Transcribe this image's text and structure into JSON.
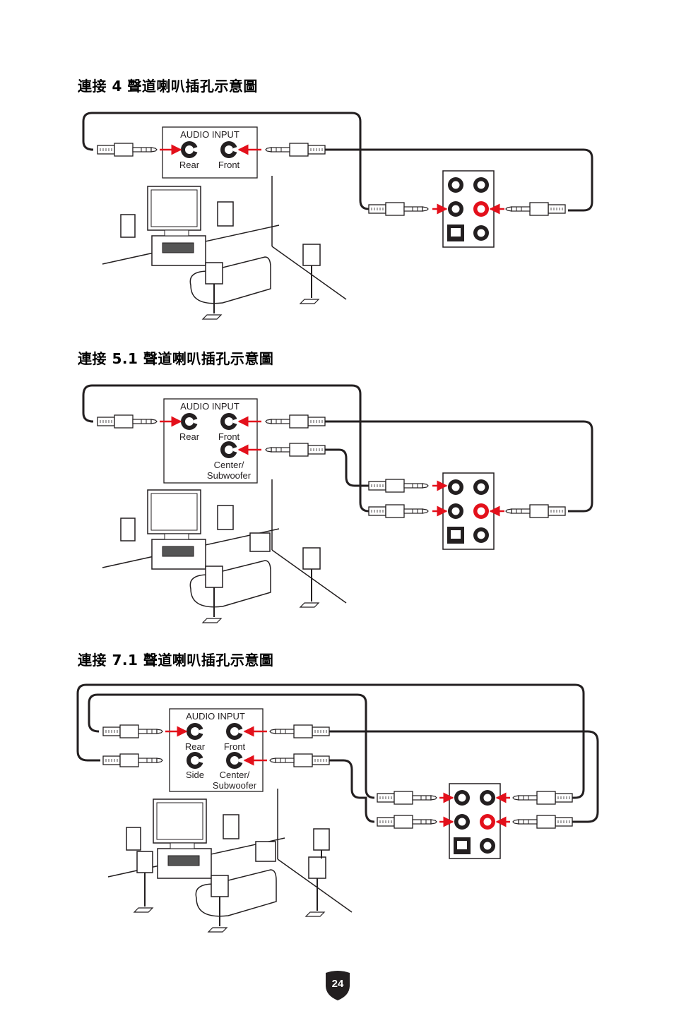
{
  "sections": [
    {
      "title": "連接 4 聲道喇叭插孔示意圖",
      "box_title": "AUDIO INPUT",
      "labels": {
        "rear": "Rear",
        "front": "Front"
      }
    },
    {
      "title": "連接 5.1 聲道喇叭插孔示意圖",
      "box_title": "AUDIO INPUT",
      "labels": {
        "rear": "Rear",
        "front": "Front",
        "center1": "Center/",
        "center2": "Subwoofer"
      }
    },
    {
      "title": "連接 7.1 聲道喇叭插孔示意圖",
      "box_title": "AUDIO INPUT",
      "labels": {
        "rear": "Rear",
        "front": "Front",
        "side": "Side",
        "center1": "Center/",
        "center2": "Subwoofer"
      }
    }
  ],
  "page_number": "24",
  "colors": {
    "accent": "#e3101b",
    "ink": "#231f20"
  }
}
